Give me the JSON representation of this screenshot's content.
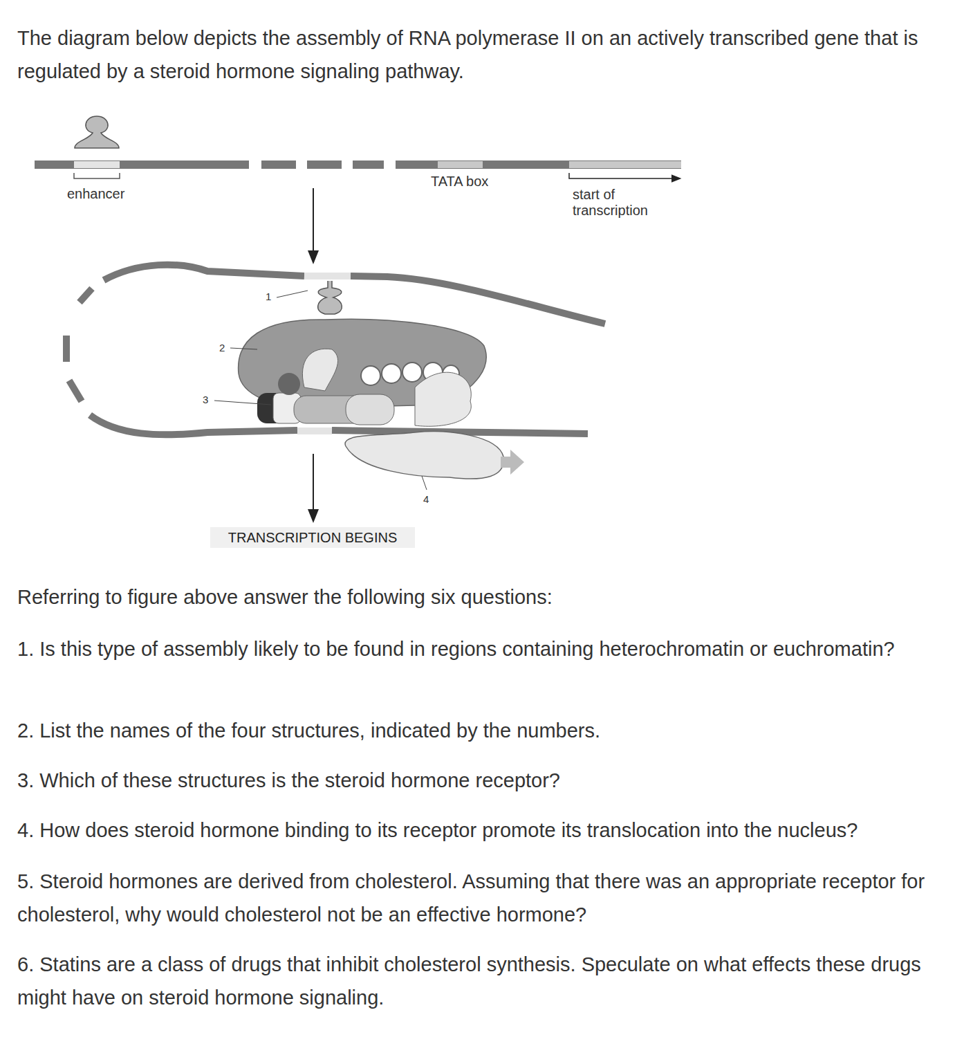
{
  "diagram": {
    "nodes": [
      {
        "text": [
          "TRANSCRIPTION BEGINS"
        ]
      }
    ],
    "labels": [
      "The diagram below depicts the assembly of RNA polymerase II on an actively transcribed gene that is regulated by a steroid hormone signaling pathway.",
      "enhancer",
      "TATA box",
      "start of transcription",
      "1",
      "2",
      "3",
      "4",
      "Referring to figure above answer the following six questions:",
      "1. Is this type of assembly likely to be found in regions containing heterochromatin or euchromatin?",
      "2. List the names of the four structures, indicated by the numbers.",
      "3. Which of these structures is the steroid hormone receptor?",
      "4. How does steroid hormone binding to its receptor promote its translocation into the nucleus?",
      "5. Steroid hormones are derived from cholesterol. Assuming that there was an appropriate receptor for cholesterol, why would cholesterol not be an effective hormone?",
      "6. Statins are a class of drugs that inhibit cholesterol synthesis. Speculate on what effects these drugs might have on steroid hormone signaling."
    ]
  }
}
